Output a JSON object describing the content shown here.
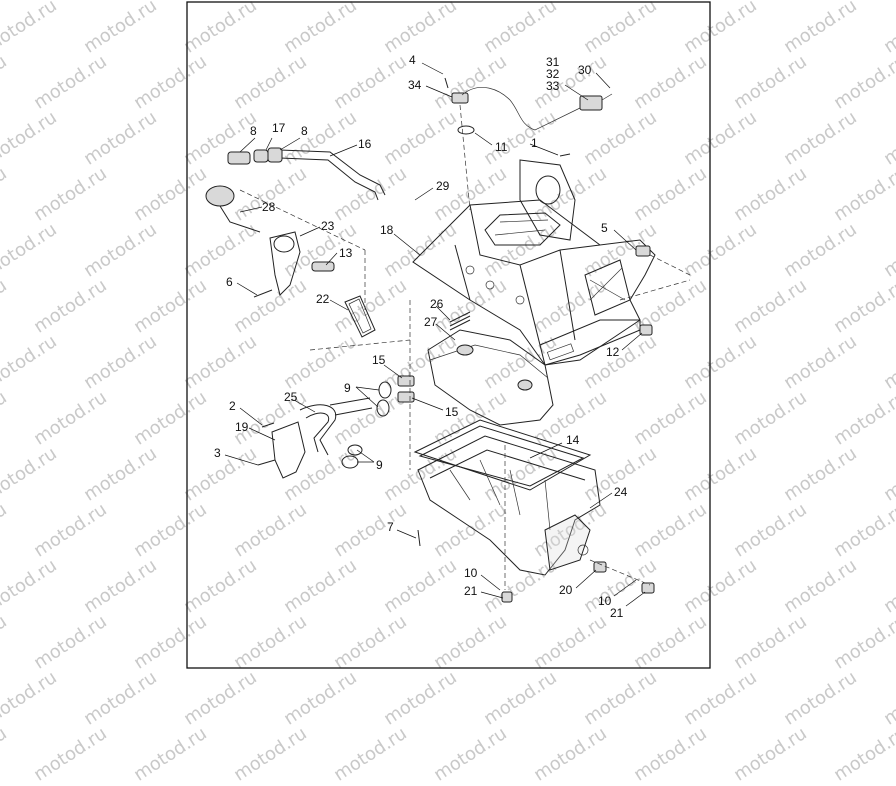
{
  "watermark_text": "motod.ru",
  "callouts": {
    "c1": "1",
    "c2": "2",
    "c3": "3",
    "c4": "4",
    "c5": "5",
    "c6": "6",
    "c7": "7",
    "c8a": "8",
    "c8b": "8",
    "c9a": "9",
    "c9b": "9",
    "c10a": "10",
    "c10b": "10",
    "c11": "11",
    "c12": "12",
    "c13": "13",
    "c14": "14",
    "c15a": "15",
    "c15b": "15",
    "c16": "16",
    "c17": "17",
    "c18": "18",
    "c19": "19",
    "c20": "20",
    "c21a": "21",
    "c21b": "21",
    "c22": "22",
    "c23": "23",
    "c24": "24",
    "c25": "25",
    "c26": "26",
    "c27": "27",
    "c28": "28",
    "c29": "29",
    "c30": "30",
    "c31": "31",
    "c32": "32",
    "c33": "33",
    "c34": "34"
  }
}
